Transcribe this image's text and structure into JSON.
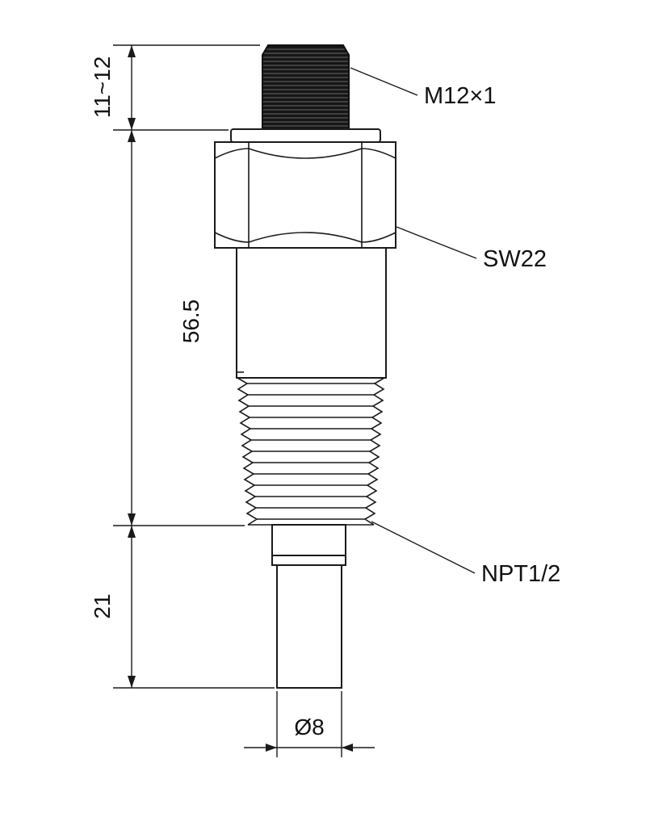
{
  "callouts": {
    "top_thread": "M12×1",
    "hex_wrench": "SW22",
    "process_thread": "NPT1/2"
  },
  "dimensions": {
    "exposed_thread_length": "11~12",
    "body_length": "56.5",
    "probe_length": "21",
    "probe_diameter": "Ø8"
  },
  "colors": {
    "line": "#1a1a1a",
    "thread_fill": "#161616",
    "background": "#ffffff"
  }
}
